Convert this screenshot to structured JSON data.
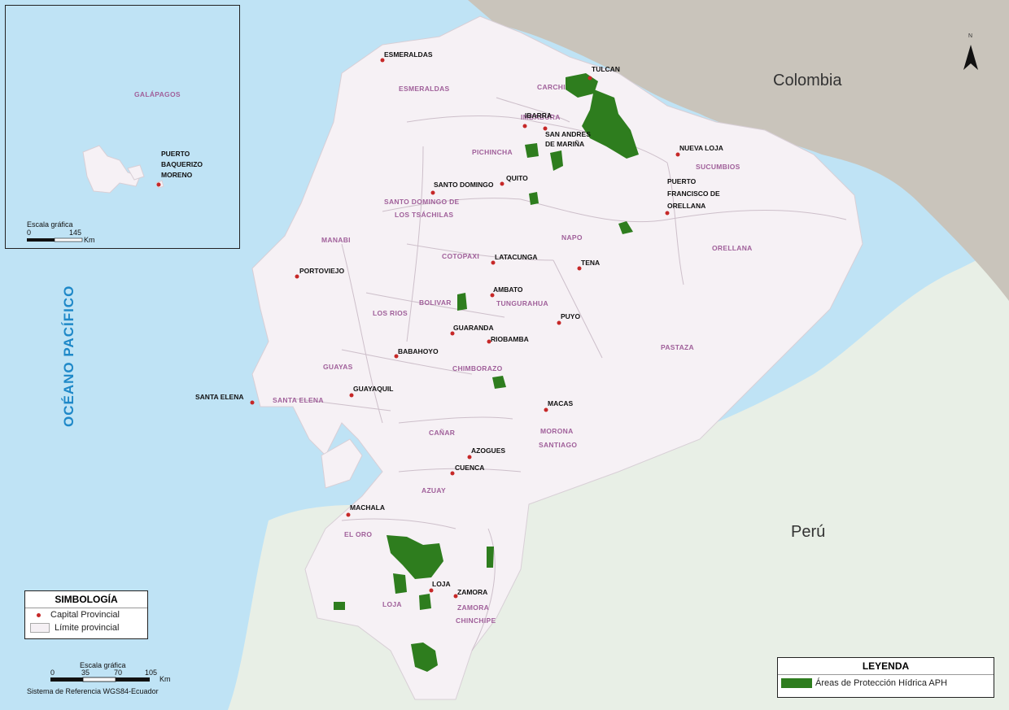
{
  "map": {
    "ocean_label": "OCÉANO PACÍFICO",
    "countries": {
      "colombia": "Colombia",
      "peru": "Perú"
    },
    "inset": {
      "label": "GALÁPAGOS",
      "capital_lines": [
        "PUERTO",
        "BAQUERIZO",
        "MORENO"
      ],
      "scale_title": "Escala gráfica",
      "scale_ticks": [
        "0",
        "145"
      ],
      "scale_unit": "Km"
    },
    "provinces": [
      {
        "id": "esmeraldas",
        "name": "ESMERALDAS"
      },
      {
        "id": "carchi",
        "name": "CARCHI"
      },
      {
        "id": "imbabura",
        "name": "IMBABURA"
      },
      {
        "id": "pichincha",
        "name": "PICHINCHA"
      },
      {
        "id": "sucumbios",
        "name": "SUCUMBIOS"
      },
      {
        "id": "santo-domingo-1",
        "name": "SANTO DOMINGO DE"
      },
      {
        "id": "santo-domingo-2",
        "name": "LOS TSÁCHILAS"
      },
      {
        "id": "manabi",
        "name": "MANABI"
      },
      {
        "id": "napo",
        "name": "NAPO"
      },
      {
        "id": "orellana",
        "name": "ORELLANA"
      },
      {
        "id": "cotopaxi",
        "name": "COTOPAXI"
      },
      {
        "id": "los-rios",
        "name": "LOS RIOS"
      },
      {
        "id": "bolivar",
        "name": "BOLIVAR"
      },
      {
        "id": "tungurahua",
        "name": "TUNGURAHUA"
      },
      {
        "id": "pastaza",
        "name": "PASTAZA"
      },
      {
        "id": "guayas",
        "name": "GUAYAS"
      },
      {
        "id": "santa-elena",
        "name": "SANTA ELENA"
      },
      {
        "id": "chimborazo",
        "name": "CHIMBORAZO"
      },
      {
        "id": "canar",
        "name": "CAÑAR"
      },
      {
        "id": "morona-1",
        "name": "MORONA"
      },
      {
        "id": "morona-2",
        "name": "SANTIAGO"
      },
      {
        "id": "azuay",
        "name": "AZUAY"
      },
      {
        "id": "el-oro",
        "name": "EL ORO"
      },
      {
        "id": "loja",
        "name": "LOJA"
      },
      {
        "id": "zamora-1",
        "name": "ZAMORA"
      },
      {
        "id": "zamora-2",
        "name": "CHINCHIPE"
      }
    ],
    "capitals": [
      {
        "id": "esmeraldas",
        "name": "ESMERALDAS"
      },
      {
        "id": "tulcan",
        "name": "TULCAN"
      },
      {
        "id": "ibarra",
        "name": "IBARRA"
      },
      {
        "id": "san-andres-1",
        "name": "SAN ANDRES"
      },
      {
        "id": "san-andres-2",
        "name": "DE MARIÑA"
      },
      {
        "id": "nueva-loja",
        "name": "NUEVA LOJA"
      },
      {
        "id": "orellana-1",
        "name": "PUERTO"
      },
      {
        "id": "orellana-2",
        "name": "FRANCISCO DE"
      },
      {
        "id": "orellana-3",
        "name": "ORELLANA"
      },
      {
        "id": "santo-domingo",
        "name": "SANTO DOMINGO"
      },
      {
        "id": "quito",
        "name": "QUITO"
      },
      {
        "id": "portoviejo",
        "name": "PORTOVIEJO"
      },
      {
        "id": "latacunga",
        "name": "LATACUNGA"
      },
      {
        "id": "tena",
        "name": "TENA"
      },
      {
        "id": "ambato",
        "name": "AMBATO"
      },
      {
        "id": "puyo",
        "name": "PUYO"
      },
      {
        "id": "guaranda",
        "name": "GUARANDA"
      },
      {
        "id": "riobamba",
        "name": "RIOBAMBA"
      },
      {
        "id": "babahoyo",
        "name": "BABAHOYO"
      },
      {
        "id": "guayaquil",
        "name": "GUAYAQUIL"
      },
      {
        "id": "santa-elena",
        "name": "SANTA ELENA"
      },
      {
        "id": "macas",
        "name": "MACAS"
      },
      {
        "id": "azogues",
        "name": "AZOGUES"
      },
      {
        "id": "cuenca",
        "name": "CUENCA"
      },
      {
        "id": "machala",
        "name": "MACHALA"
      },
      {
        "id": "loja",
        "name": "LOJA"
      },
      {
        "id": "zamora",
        "name": "ZAMORA"
      }
    ],
    "scale": {
      "title": "Escala gráfica",
      "ticks": [
        "0",
        "35",
        "70",
        "105"
      ],
      "unit": "Km",
      "reference": "Sistema de Referencia WGS84-Ecuador"
    },
    "north_label": "N"
  },
  "simbologia": {
    "title": "SIMBOLOGÍA",
    "items": [
      "Capital Provincial",
      "Límite provincial"
    ]
  },
  "leyenda": {
    "title": "LEYENDA",
    "items": [
      "Áreas de Protección Hídrica APH"
    ]
  },
  "colors": {
    "ocean": "#bfe3f5",
    "ecuador": "#f6f1f5",
    "colombia": "#c9c4bb",
    "peru": "#e8efe6",
    "aph": "#2e7d1e",
    "capital": "#c62828",
    "province_label": "#a0609a"
  }
}
